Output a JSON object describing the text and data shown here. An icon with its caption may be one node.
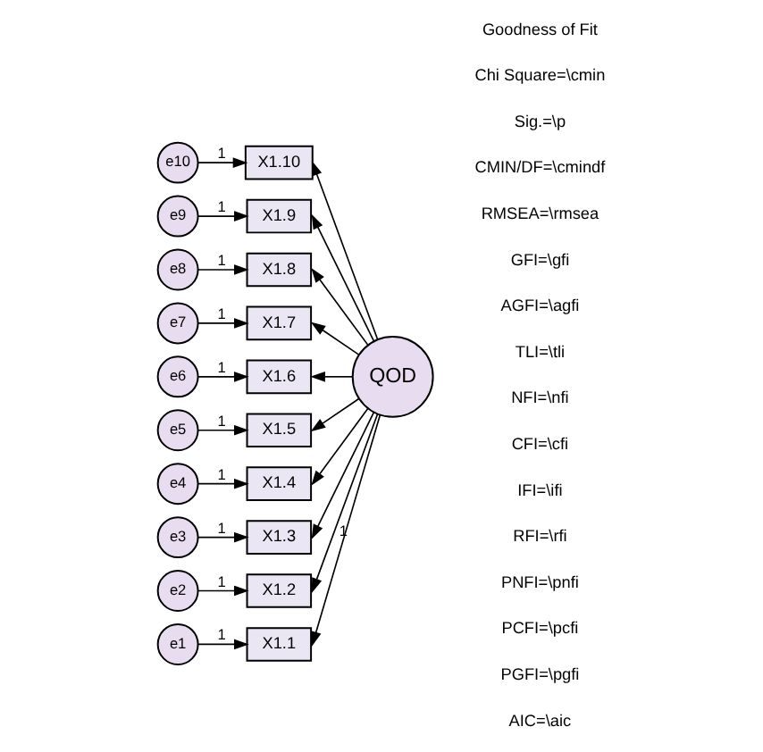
{
  "diagram": {
    "nodes": [
      {
        "text": [
          "e10"
        ]
      },
      {
        "text": [
          "X1.10"
        ]
      },
      {
        "text": [
          "e9"
        ]
      },
      {
        "text": [
          "X1.9"
        ]
      },
      {
        "text": [
          "e8"
        ]
      },
      {
        "text": [
          "X1.8"
        ]
      },
      {
        "text": [
          "e7"
        ]
      },
      {
        "text": [
          "X1.7"
        ]
      },
      {
        "text": [
          "e6"
        ]
      },
      {
        "text": [
          "X1.6"
        ]
      },
      {
        "text": [
          "e5"
        ]
      },
      {
        "text": [
          "X1.5"
        ]
      },
      {
        "text": [
          "e4"
        ]
      },
      {
        "text": [
          "X1.4"
        ]
      },
      {
        "text": [
          "e3"
        ]
      },
      {
        "text": [
          "X1.3"
        ]
      },
      {
        "text": [
          "e2"
        ]
      },
      {
        "text": [
          "X1.2"
        ]
      },
      {
        "text": [
          "e1"
        ]
      },
      {
        "text": [
          "X1.1"
        ]
      },
      {
        "text": [
          "QOD"
        ]
      }
    ],
    "edges": [
      {
        "from": 0,
        "to": 1,
        "arrow": "to",
        "label": "1"
      },
      {
        "from": 2,
        "to": 3,
        "arrow": "to",
        "label": "1"
      },
      {
        "from": 4,
        "to": 5,
        "arrow": "to",
        "label": "1"
      },
      {
        "from": 6,
        "to": 7,
        "arrow": "to",
        "label": "1"
      },
      {
        "from": 8,
        "to": 9,
        "arrow": "to",
        "label": "1"
      },
      {
        "from": 10,
        "to": 11,
        "arrow": "to",
        "label": "1"
      },
      {
        "from": 12,
        "to": 13,
        "arrow": "to",
        "label": "1"
      },
      {
        "from": 14,
        "to": 15,
        "arrow": "to",
        "label": "1"
      },
      {
        "from": 16,
        "to": 17,
        "arrow": "to",
        "label": "1"
      },
      {
        "from": 18,
        "to": 19,
        "arrow": "to",
        "label": "1"
      },
      {
        "from": 20,
        "to": 1,
        "arrow": "to"
      },
      {
        "from": 20,
        "to": 3,
        "arrow": "to"
      },
      {
        "from": 20,
        "to": 5,
        "arrow": "to"
      },
      {
        "from": 20,
        "to": 7,
        "arrow": "to"
      },
      {
        "from": 20,
        "to": 9,
        "arrow": "to"
      },
      {
        "from": 20,
        "to": 11,
        "arrow": "to"
      },
      {
        "from": 20,
        "to": 13,
        "arrow": "to"
      },
      {
        "from": 20,
        "to": 15,
        "arrow": "to"
      },
      {
        "from": 20,
        "to": 17,
        "arrow": "to"
      },
      {
        "from": 20,
        "to": 19,
        "arrow": "to",
        "label": "1"
      }
    ],
    "labels": [
      "Goodness of Fit",
      "Chi Square=\\cmin",
      "Sig.=\\p",
      "CMIN/DF=\\cmindf",
      "RMSEA=\\rmsea",
      "GFI=\\gfi",
      "AGFI=\\agfi",
      "TLI=\\tli",
      "NFI=\\nfi",
      "CFI=\\cfi",
      "IFI=\\ifi",
      "RFI=\\rfi",
      "PNFI=\\pnfi",
      "PCFI=\\pcfi",
      "PGFI=\\pgfi",
      "AIC=\\aic"
    ]
  }
}
